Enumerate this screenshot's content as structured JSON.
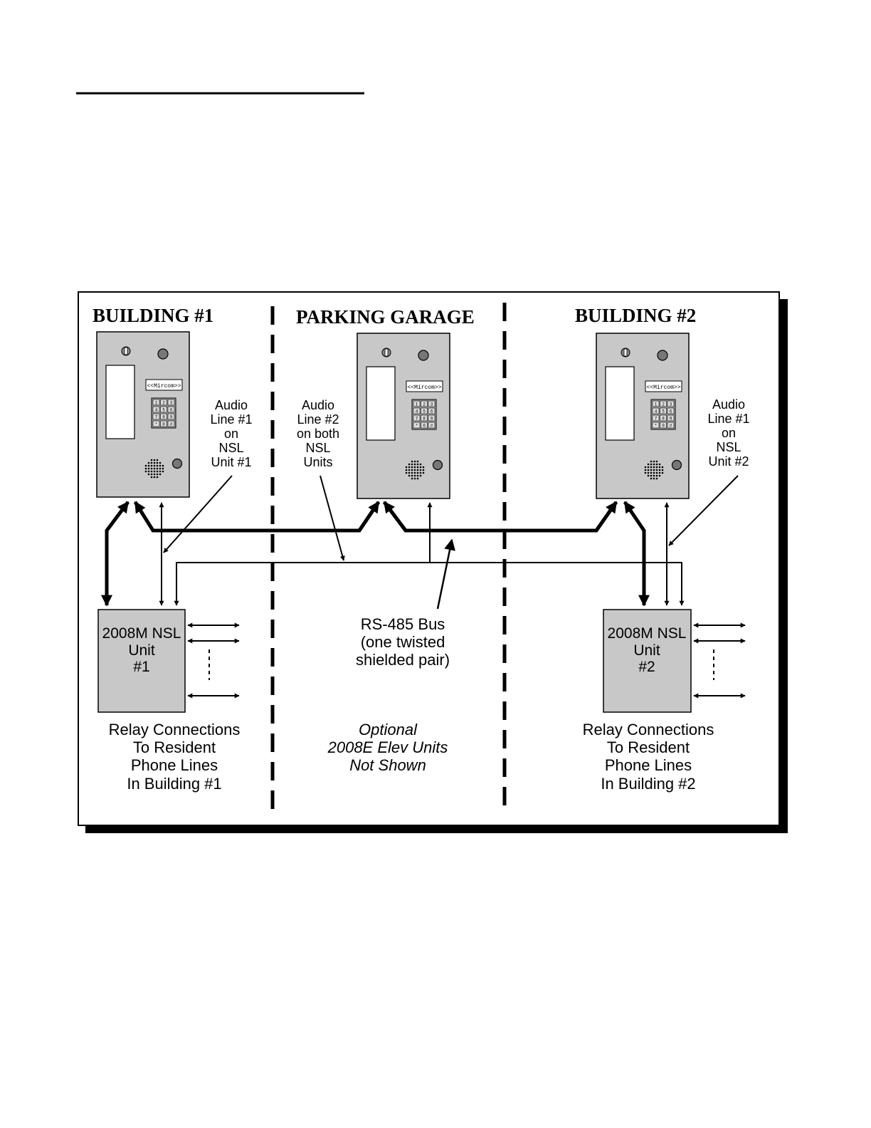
{
  "sections": {
    "building1": "BUILDING #1",
    "garage": "PARKING GARAGE",
    "building2": "BUILDING #2"
  },
  "panels": {
    "brand": "<<Mircom>>",
    "keys": [
      "1",
      "2",
      "3",
      "4",
      "5",
      "6",
      "7",
      "8",
      "9",
      "*",
      "0",
      "#"
    ]
  },
  "labels": {
    "audio_b1": [
      "Audio",
      "Line #1",
      "on",
      "NSL",
      "Unit #1"
    ],
    "audio_garage": [
      "Audio",
      "Line #2",
      "on both",
      "NSL",
      "Units"
    ],
    "audio_b2": [
      "Audio",
      "Line #1",
      "on",
      "NSL",
      "Unit #2"
    ],
    "rs485": [
      "RS-485 Bus",
      "(one twisted",
      "shielded pair)"
    ]
  },
  "units": {
    "nsl1": [
      "2008M NSL",
      "Unit",
      "#1"
    ],
    "nsl2": [
      "2008M NSL",
      "Unit",
      "#2"
    ]
  },
  "captions": {
    "relay1": [
      "Relay Connections",
      "To Resident",
      "Phone Lines",
      "In Building #1"
    ],
    "optional": [
      "Optional",
      "2008E Elev Units",
      "Not Shown"
    ],
    "relay2": [
      "Relay Connections",
      "To Resident",
      "Phone Lines",
      "In Building #2"
    ]
  }
}
